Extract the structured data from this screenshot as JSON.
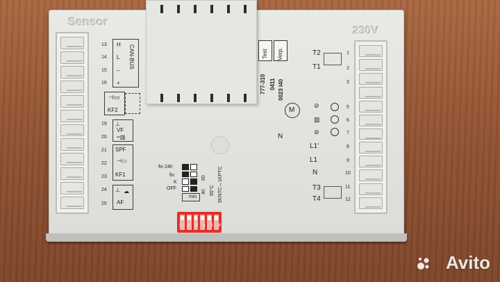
{
  "board": {
    "left_title": "Sensor",
    "right_title": "230V"
  },
  "left_terminals": {
    "pins": [
      "13",
      "14",
      "15",
      "16",
      "19",
      "20",
      "21",
      "22",
      "23",
      "24",
      "25"
    ],
    "can": {
      "letters": [
        "H",
        "L",
        "–",
        "+"
      ],
      "bus_label": "CAN-BUS"
    },
    "groups": [
      "KF2",
      "VF",
      "SPF",
      "KF1",
      "AF"
    ]
  },
  "right_terminals": {
    "pins": [
      "1",
      "2",
      "3",
      "5",
      "6",
      "7",
      "8",
      "9",
      "10",
      "11",
      "12"
    ],
    "labels": [
      "T2",
      "T1",
      "L1'",
      "L1",
      "N",
      "T3",
      "T4"
    ],
    "motor_label": "M",
    "neutral_label": "N"
  },
  "test_block": {
    "test_label": "Test",
    "verp_label": "Verp.",
    "codes": [
      "777-310",
      "0411",
      "0023 I40"
    ]
  },
  "dip_panel": {
    "row_labels": [
      "fix 24h",
      "fix",
      "K",
      "OFF"
    ],
    "temp_labels": [
      "40",
      "60"
    ],
    "min_label": "min",
    "temp_65": "65°C",
    "ntc_label": "5KNTC↔1KPTC",
    "switch_numbers": [
      "1",
      "2",
      "3",
      "4",
      "5",
      "6"
    ]
  },
  "watermark": {
    "brand": "Avito"
  }
}
